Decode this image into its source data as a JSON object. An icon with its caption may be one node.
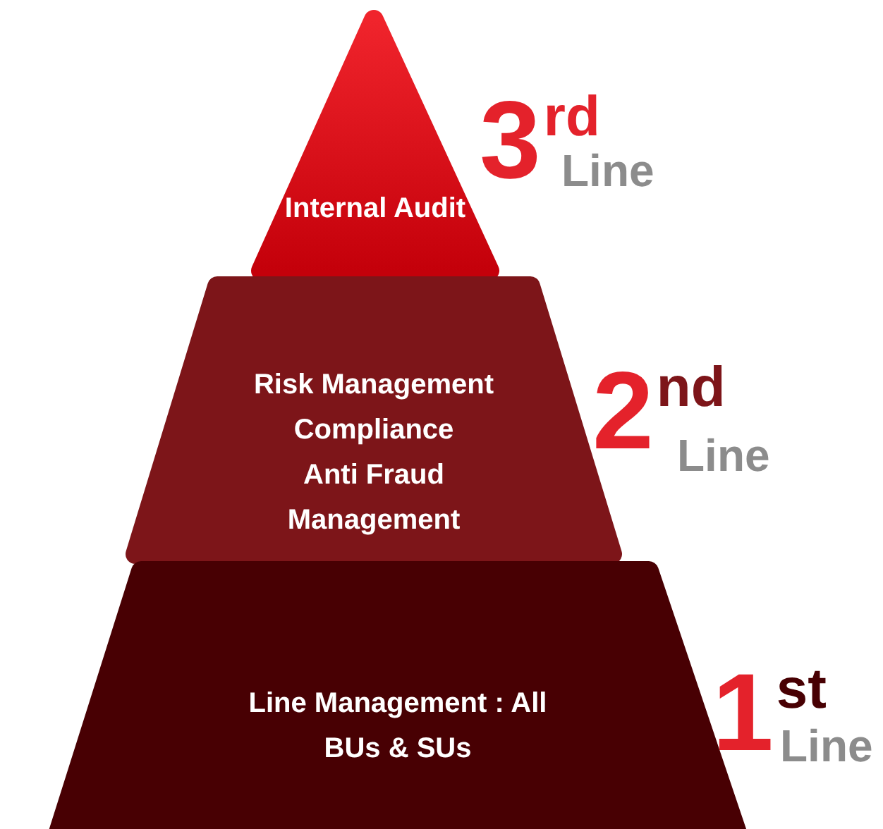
{
  "diagram": {
    "nodes": [
      {
        "text": [
          "Internal Audit"
        ],
        "beside": [
          "3$^{rd}$",
          "Line"
        ]
      },
      {
        "text": [
          "Risk Management",
          "Compliance",
          "Anti Fraud Management"
        ],
        "beside": [
          "2$^{nd}$",
          "Line"
        ]
      },
      {
        "text": [
          "Line Management : All BUs & SUs"
        ],
        "beside": [
          "1$^{st}$",
          "Line"
        ]
      }
    ]
  }
}
